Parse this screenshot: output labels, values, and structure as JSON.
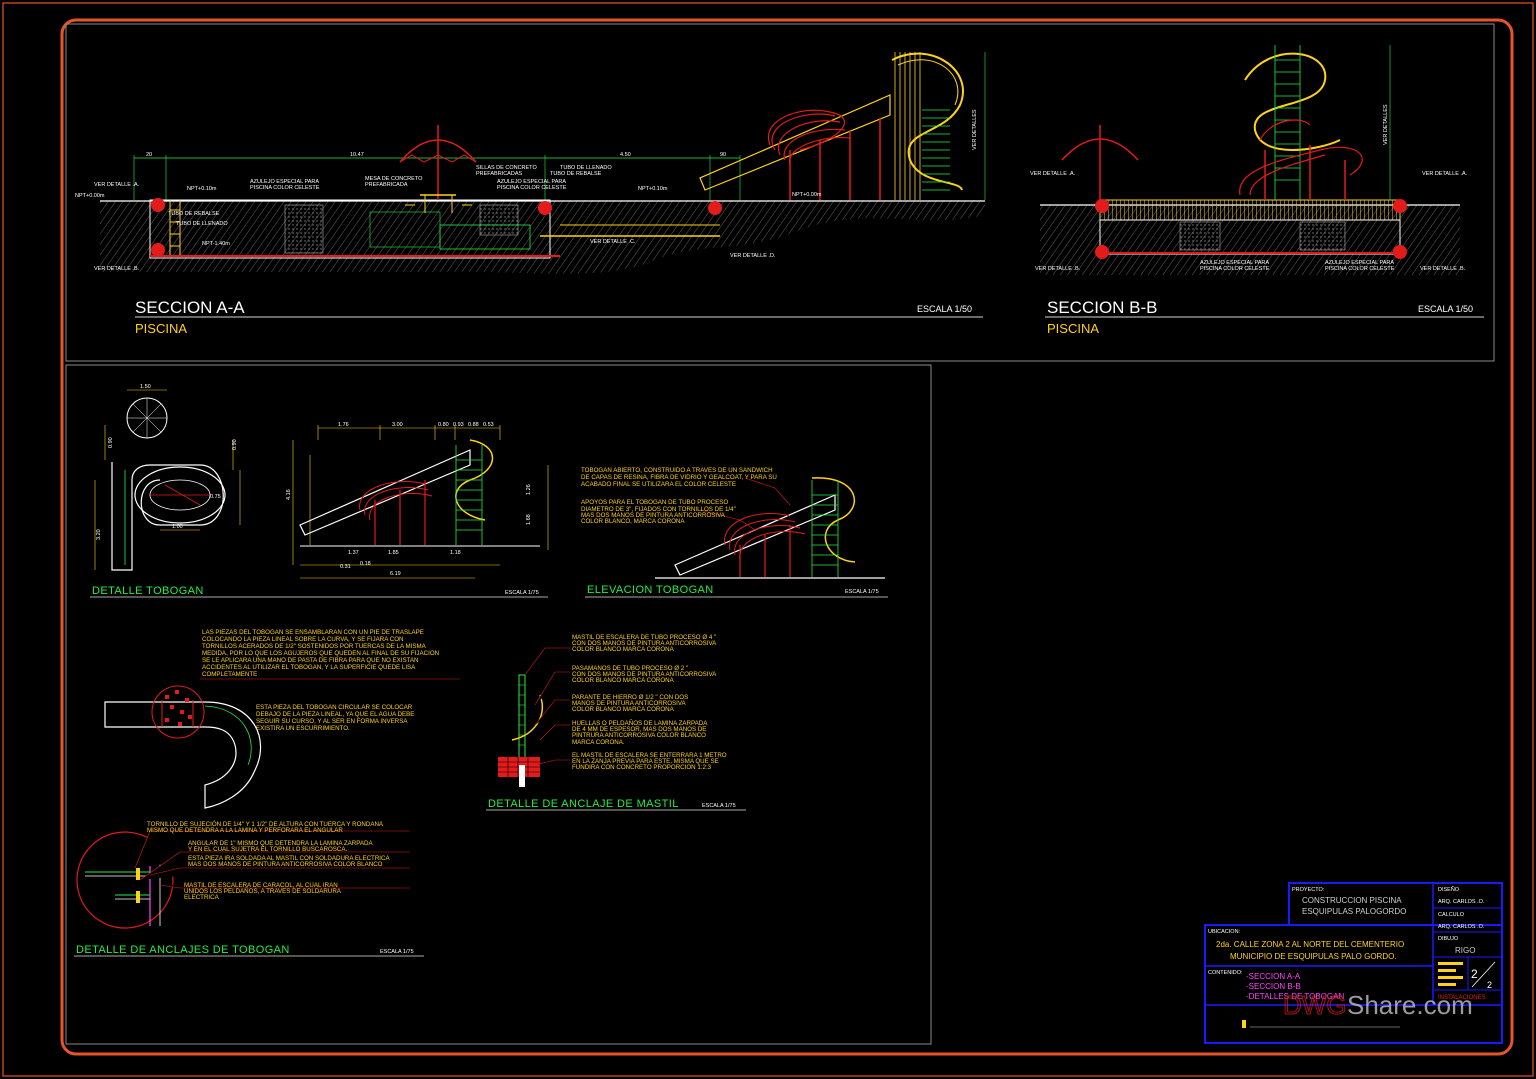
{
  "sections": {
    "aa": {
      "title": "SECCION  A-A",
      "subtitle": "PISCINA",
      "scale": "ESCALA 1/50"
    },
    "bb": {
      "title": "SECCION  B-B",
      "subtitle": "PISCINA",
      "scale": "ESCALA 1/50"
    }
  },
  "details": {
    "tobogan": {
      "title": "DETALLE  TOBOGAN",
      "scale": "ESCALA 1/75"
    },
    "elevacion": {
      "title": "ELEVACION TOBOGAN",
      "scale": "ESCALA 1/75"
    },
    "mastil": {
      "title": "DETALLE DE ANCLAJE DE MASTIL",
      "scale": "ESCALA 1/75"
    },
    "anclajes": {
      "title": "DETALLE DE ANCLAJES DE TOBOGAN",
      "scale": "ESCALA 1/75"
    }
  },
  "notes": {
    "elev_1": "TOBOGAN ABIERTO, CONSTRUIDO A TRAVES DE UN SANDWICH",
    "elev_2": "DE CAPAS DE RESINA, FIBRA DE VIDRIO Y GEALCOAT, Y PARA SU",
    "elev_3": "ACABADO FINAL SE UTILIZARA EL COLOR CELESTE",
    "elev_4": "APOYOS PARA EL TOBOGAN DE TUBO PROCESO",
    "elev_5": "DIAMETRO DE 3\", FIJADOS CON TORNILLOS DE 1/4\"",
    "elev_6": "MAS DOS MANOS DE PINTURA ANTICORROSIVA",
    "elev_7": "COLOR BLANCO, MARCA CORONA",
    "pieza_1": "LAS PIEZAS DEL TOBOGAN SE ENSAMBLARAN CON UN PIE DE TRASLAPE",
    "pieza_2": "COLOCANDO LA PIEZA LINEAL SOBRE LA CURVA, Y SE FIJARA CON",
    "pieza_3": "TORNILLOS ACERADOS DE 1/2\" SOSTENIDOS POR TUERCAS DE LA MISMA",
    "pieza_4": "MEDIDA, POR LO QUE LOS AGUJEROS QUE QUEDEN AL FINAL DE SU FIJACION",
    "pieza_5": "SE LE APLICARA UNA MANO DE PASTA DE FIBRA PARA QUE NO EXISTAN",
    "pieza_6": "ACCIDENTES AL UTILIZAR EL TOBOGAN, Y LA SUPERFICIE QUEDE LISA",
    "pieza_7": "COMPLETAMENTE",
    "circ_1": "ESTA PIEZA DEL TOBOGAN CIRCULAR SE COLOCAR",
    "circ_2": "DEBAJO DE LA PIEZA LINEAL, YA QUE EL AGUA DEBE",
    "circ_3": "SEGUIR SU CURSO, Y AL SER EN FORMA INVERSA",
    "circ_4": "EXISTIRA UN ESCURRIMIENTO.",
    "mast_1": "MASTIL DE ESCALERA DE TUBO PROCESO Ø 4 \"",
    "mast_2": "CON DOS MANOS DE PINTURA ANTICORROSIVA",
    "mast_3": "COLOR BLANCO MARCA CORONA",
    "mast_4": "PASAMANOS DE TUBO PROCESO Ø 2 \"",
    "mast_5": "CON DOS MANOS DE PINTURA ANTICORROSIVA",
    "mast_6": "COLOR BLANCO MARCA CORONA",
    "mast_7": "PARANTE DE HIERRO Ø 1/2 \" CON DOS",
    "mast_8": "MANOS DE PINTURA ANTICORROSIVA",
    "mast_9": "COLOR BLANCO MARCA CORONA",
    "mast_10": "HUELLAS O PELDAÑOS DE LAMINA ZARPADA",
    "mast_11": "DE 4 MM DE ESPESOR, MAS DOS MANOS DE",
    "mast_12": "PINTRURA ANTICORROSIVA COLOR BLANCO",
    "mast_13": "MARCA CORONA.",
    "mast_14": "EL MASTIL DE ESCALERA SE ENTERRARA 1 METRO",
    "mast_15": "EN LA ZANJA PREVIA PARA ESTE, MISMA QUE SE",
    "mast_16": "FUNDIRA CON CONCRETO PROPORCION 1:2:3",
    "anc_1": "TORNILLO DE SUJECIÓN DE 1/4\" Y 1 1/2\" DE ALTURA CON TUERCA Y RONDANA",
    "anc_2": "MISMO QUE DETENDRA A LA LAMINA Y PERFORARA EL ANGULAR",
    "anc_3": "ANGULAR DE 1\" MISMO QUE DETENDRA LA LAMINA ZARPADA",
    "anc_4": "Y EN EL CUAL SUJETRA EL TORNILLO BUSCAROSCA.",
    "anc_5": "ESTA PIEZA IRA SOLDADA AL MASTIL CON SOLDADURA ELECTRICA",
    "anc_6": "MAS DOS MANOS DE PINTURA ANTICORROSIVA COLOR BLANCO",
    "anc_7": "MASTIL DE ESCALERA DE CARACOL, AL CUAL IRAN",
    "anc_8": "UNIDOS LOS PELDAÑOS, A TRAVES DE SOLDARURA",
    "anc_9": "ELECTRICA"
  },
  "labels": {
    "ver_detalle_a": "VER DETALLE .A.",
    "ver_detalle_b": "VER DETALLE .B.",
    "ver_detalle_c": "VER DETALLE .C.",
    "ver_detalle_d": "VER DETALLE .D.",
    "ver_detalles": "VER DETALLES",
    "azulejo": "AZULEJO ESPECIAL PARA",
    "piscina_celeste": "PISCINA COLOR CELESTE",
    "tubo_rebalse": "TUBO DE REBALSE",
    "tubo_llenado": "TUBO DE LLENADO",
    "mesa": "MESA DE CONCRETO",
    "prefabricada": "PREFABRICADA",
    "sillas": "SILLAS DE CONCRETO",
    "prefabricadas": "PREFABRICADAS",
    "npt_000": "NPT+0.00m",
    "npt_010": "NPT+0.10m",
    "npt_140": "NPT-1.40m",
    "d_20": "20",
    "d_1047": "10.47",
    "d_450": "4.50",
    "d_90": "90",
    "d_150": "1.50",
    "d_090": "0.90",
    "d_075": "0.75",
    "d_100": "1.00",
    "d_320": "3.20",
    "d_176": "1.76",
    "d_300": "3.00",
    "d_080": "0.80",
    "d_093": "0.93",
    "d_088": "0.88",
    "d_053": "0.53",
    "d_137": "1.37",
    "d_185": "1.85",
    "d_118": "1.18",
    "d_619": "6.19",
    "d_018": "0.18",
    "d_031": "0.31",
    "d_126": "1.26",
    "d_168": "1.68",
    "d_416": "4.16"
  },
  "title_block": {
    "proyecto_label": "PROYECTO:",
    "proyecto_1": "CONSTRUCCION PISCINA",
    "proyecto_2": "ESQUIPULAS PALOGORDO",
    "diseno_label": "DISEÑO",
    "diseno": "ARQ. CARLOS .O.",
    "calculo_label": "CALCULO",
    "calculo": "ARQ. CARLOS .O.",
    "dibujo_label": "DIBUJO",
    "dibujo": "RIGO",
    "ubicacion_label": "UBICACION:",
    "ubicacion_1": "2da. CALLE ZONA 2 AL NORTE DEL CEMENTERIO",
    "ubicacion_2": "MUNICIPIO DE ESQUIPULAS PALO GORDO.",
    "contenido_label": "CONTENIDO:",
    "contenido_1": "-SECCION   A-A",
    "contenido_2": "-SECCION   B-B",
    "contenido_3": "-DETALLES DE TOBOGAN",
    "sheet_num": "2",
    "sheet_total": "2",
    "sheet_type": "INSTALACIONES"
  },
  "watermark": {
    "part1": "DWG",
    "part2": "Share.com"
  },
  "colors": {
    "frame": "#e8542a",
    "yellow": "#ffd21a",
    "green": "#22ee44",
    "red": "#e31b1b",
    "blue": "#1a1aff",
    "white": "#ffffff",
    "magenta": "#ff44ff"
  }
}
